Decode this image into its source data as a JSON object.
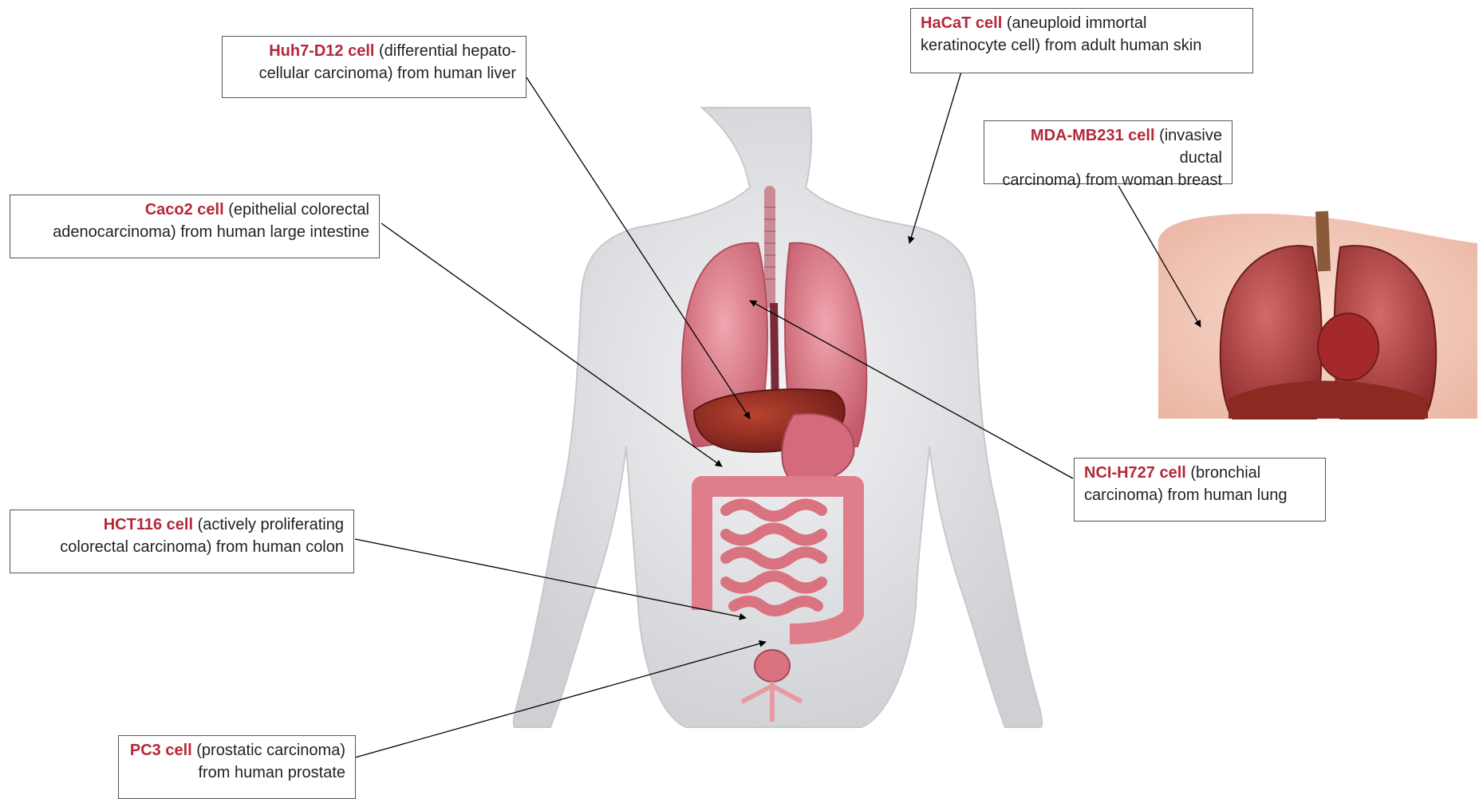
{
  "colors": {
    "cell_name": "#b5283a",
    "text": "#222222",
    "body_skin": "#e6e6e8",
    "organ_pink": "#d9737f",
    "liver": "#8f2a22",
    "female_skin": "#f2c7b6"
  },
  "labels": {
    "huh7": {
      "cell": "Huh7-D12 cell",
      "line1_rest": " (differential hepato-",
      "line2": "cellular carcinoma) from human liver"
    },
    "hacat": {
      "cell": "HaCaT cell",
      "line1_rest": " (aneuploid immortal",
      "line2": "keratinocyte cell) from adult human skin"
    },
    "mda": {
      "cell": "MDA-MB231 cell",
      "line1_rest": " (invasive ductal",
      "line2": "carcinoma) from woman breast"
    },
    "caco2": {
      "cell": "Caco2 cell",
      "line1_rest": " (epithelial colorectal",
      "line2": "adenocarcinoma) from human large intestine"
    },
    "nci": {
      "cell": "NCI-H727 cell",
      "line1_rest": " (bronchial",
      "line2": "carcinoma) from human lung"
    },
    "hct116": {
      "cell": "HCT116 cell",
      "line1_rest": " (actively proliferating",
      "line2": "colorectal carcinoma) from human colon"
    },
    "pc3": {
      "cell": "PC3 cell",
      "line1_rest": " (prostatic carcinoma)",
      "line2": "from human prostate"
    }
  }
}
